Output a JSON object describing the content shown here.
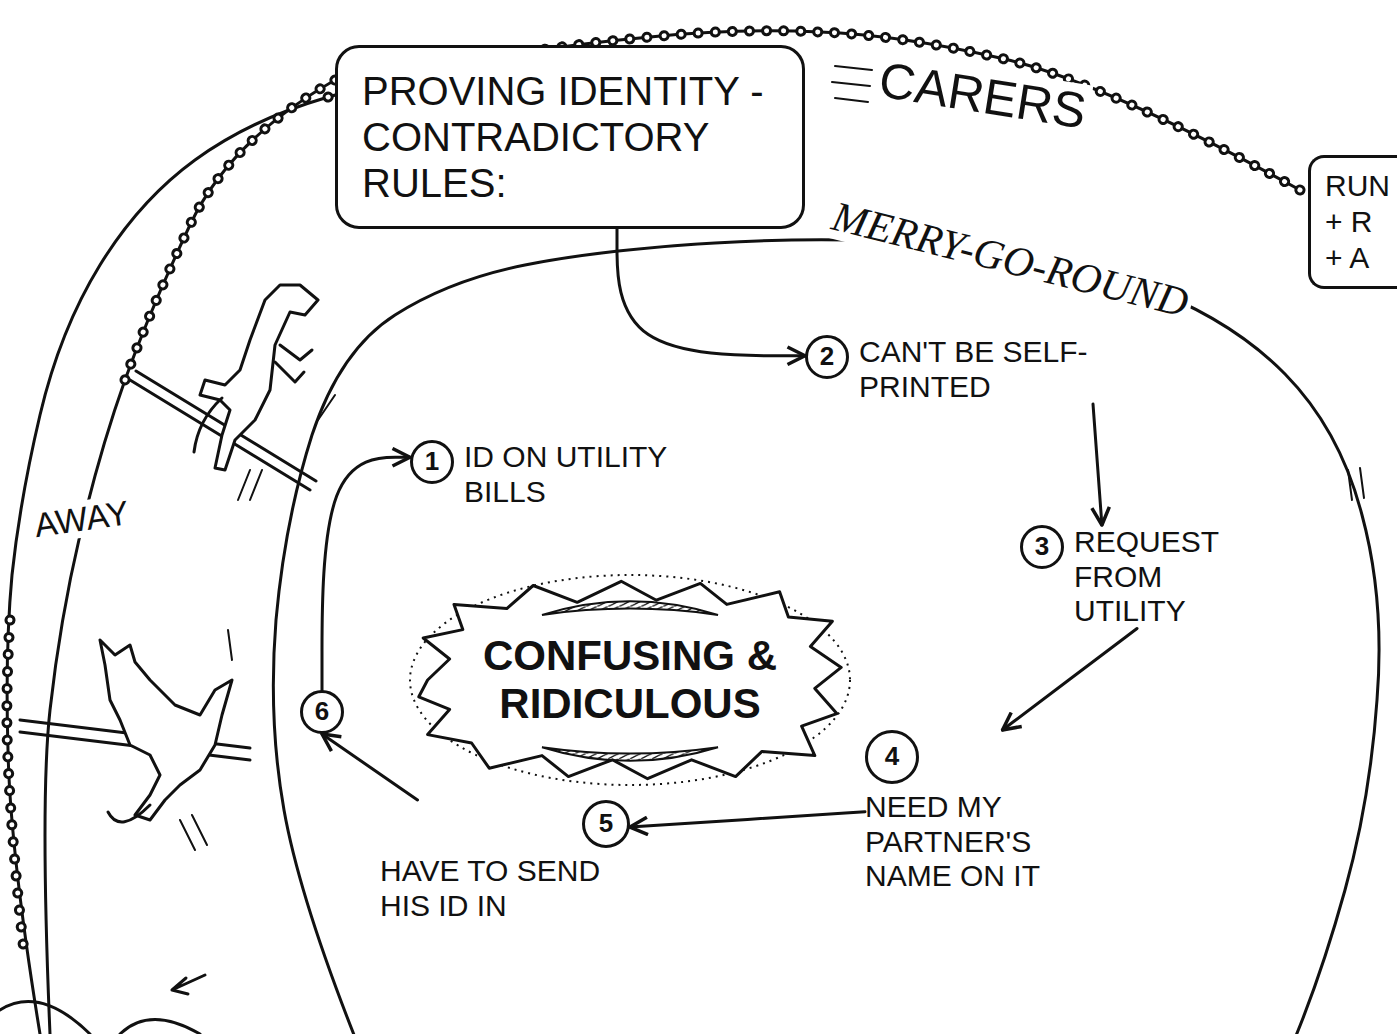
{
  "diagram": {
    "nodes": [
      {
        "text": [
          "PROVING IDENTITY - CONTRADICTORY RULES:"
        ]
      },
      {
        "text": [
          "RUN + R + A"
        ]
      },
      {
        "text": [
          "1",
          "ID ON UTILITY BILLS"
        ]
      },
      {
        "text": [
          "2",
          "CAN'T BE SELF-PRINTED"
        ]
      },
      {
        "text": [
          "3",
          "REQUEST FROM UTILITY"
        ]
      },
      {
        "text": [
          "4",
          "NEED MY PARTNER'S NAME ON IT"
        ]
      },
      {
        "text": [
          "5",
          "HAVE TO SEND HIS ID IN"
        ]
      },
      {
        "text": [
          "6"
        ]
      },
      {
        "text": [
          "CONFUSING & RIDICULOUS"
        ]
      }
    ],
    "edges": [
      {
        "from": 0,
        "to": 3,
        "arrow": "to"
      },
      {
        "from": 3,
        "to": 4,
        "arrow": "to"
      },
      {
        "from": 4,
        "to": 5,
        "arrow": "to"
      },
      {
        "from": 5,
        "to": 6,
        "arrow": "to"
      },
      {
        "from": 6,
        "to": 7,
        "arrow": "to"
      },
      {
        "from": 7,
        "to": 2,
        "arrow": "to"
      }
    ],
    "labels": [
      "CARERS",
      "MERRY-GO-ROUND",
      "AWAY"
    ]
  }
}
